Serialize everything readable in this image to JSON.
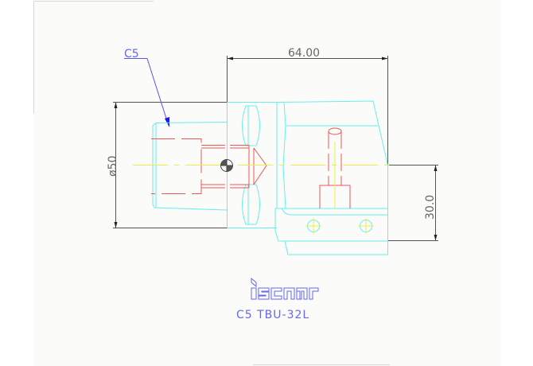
{
  "drawing": {
    "title": "C5 TBU-32L",
    "brand_logo": "iscar",
    "callout_label": "C5",
    "dimensions": {
      "length": "64.00",
      "diameter": "ø50",
      "height": "30.0"
    },
    "colors": {
      "background": "#fbfcfa",
      "frame": "#d8d8d8",
      "outline": "#66eeee",
      "hidden_detail": "#ee5555",
      "centerline": "#eeee44",
      "dimension": "#555555",
      "annotation": "#5555ee"
    }
  }
}
